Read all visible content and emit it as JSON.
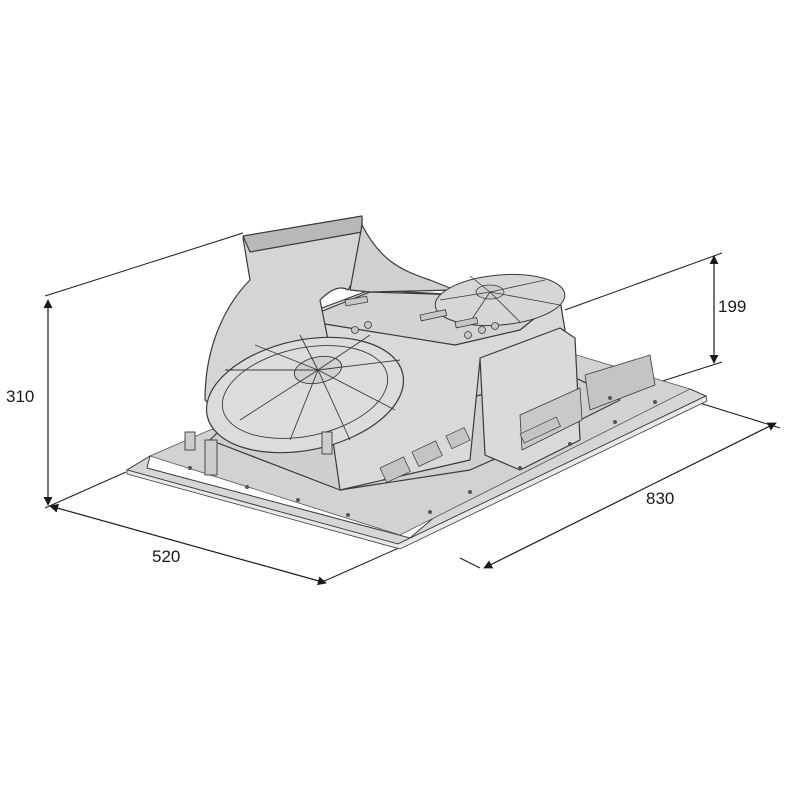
{
  "dimensions": {
    "height_total": "310",
    "height_partial": "199",
    "depth": "520",
    "width": "830"
  },
  "colors": {
    "line": "#1a1a1a",
    "plate_fill": "#d6d6d6",
    "plate_edge": "#e8e8e8",
    "body_fill": "#d9d9d9",
    "body_stroke": "#3a3a3a",
    "duct_top": "#b8b8b8",
    "fin_fill": "#c4c4c4"
  }
}
